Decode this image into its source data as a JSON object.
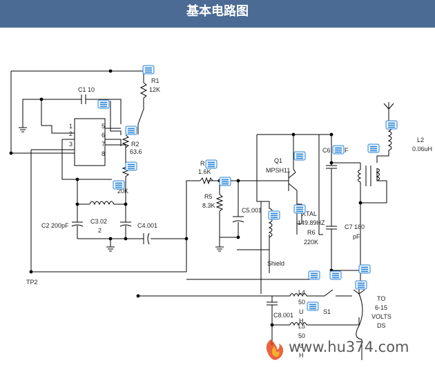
{
  "header": {
    "title": "基本电路图"
  },
  "labels": {
    "c1": "C1 10",
    "r1": "R1",
    "r1_val": "12K",
    "r2": "R2",
    "r2_val": "63.6",
    "r2_sub": "20K",
    "pin1": "1",
    "pin2": "2",
    "pin3": "3",
    "pin5": "5",
    "pin6": "6",
    "pin7": "7",
    "pin8": "8",
    "c2": "C2 200pF",
    "c3": "C3.02",
    "c3_b": "2",
    "c4": "C4.001",
    "tp2": "TP2",
    "r_top": "R",
    "r_top_val": "1.6K",
    "r5": "R5",
    "r5_val": "8.3K",
    "c5": "C5.001",
    "q1": "Q1",
    "q1_val": "MPSH11",
    "c6": "C6",
    "c6_f": "F",
    "xtal": "XTAL",
    "xtal_val": "149.89HZ",
    "r6": "R6",
    "r6_val": "220K",
    "c7": "C7 180",
    "c7_pf": "pF",
    "shield": "Shield",
    "l2": "L2",
    "l2_val": "0.06uH",
    "l4_a": "L4",
    "l4_b": "50",
    "l4_c": "U",
    "l4_d": "H",
    "l5_a": "L5",
    "l5_b": "50",
    "l5_c": "U",
    "l5_d": "H",
    "c8": "C8.001",
    "s1": "S1",
    "to_a": "TO",
    "to_b": "6-15",
    "to_c": "VOLTS",
    "to_d": "DS"
  },
  "watermark": {
    "text": "www.hu374.com"
  },
  "colors": {
    "header_bg": "#4b6b94",
    "marker": "#2a84d8",
    "marker_fill": "#eaf3fc"
  }
}
